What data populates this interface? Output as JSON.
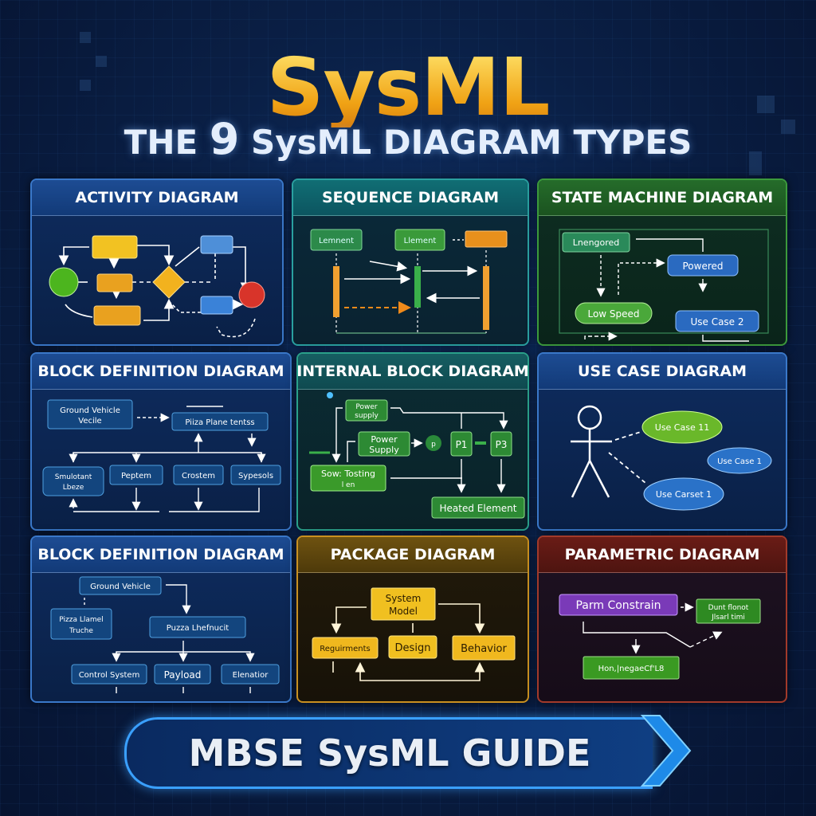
{
  "header": {
    "title": "SysML",
    "subtitle_pre": "THE",
    "subtitle_num": "9",
    "subtitle_post": "SysML DIAGRAM TYPES"
  },
  "panels": {
    "activity": {
      "title": "ACTIVITY DIAGRAM"
    },
    "sequence": {
      "title": "SEQUENCE DIAGRAM",
      "lifelines": [
        "Lemnent",
        "Llement",
        ""
      ]
    },
    "state_machine": {
      "title": "STATE MACHINE DIAGRAM",
      "states": [
        "Lnengored",
        "Powered",
        "Low Speed",
        "Use Case 2"
      ]
    },
    "bdd1": {
      "title": "BLOCK DEFINITION DIAGRAM",
      "blocks": [
        "Ground Vehicle",
        "Vecile",
        "Piiza Plane tentss",
        "Smulotant",
        "Lbeze",
        "Peptem",
        "Crostem",
        "Sypesols"
      ]
    },
    "ibd": {
      "title": "INTERNAL BLOCK DIAGRAM",
      "blocks": [
        "Power",
        "supply",
        "Power",
        "Supply",
        "Sow: Tosting",
        "l en",
        "P1",
        "P3",
        "Heated Element",
        "p"
      ]
    },
    "use_case": {
      "title": "USE CASE DIAGRAM",
      "use_cases": [
        "Use Case 11",
        "Use Case 1",
        "Use Carset 1"
      ]
    },
    "bdd2": {
      "title": "BLOCK DEFINITION DIAGRAM",
      "blocks": [
        "Ground Vehicle",
        "Pizza Llamel",
        "Truche",
        "Puzza  Lhefnucit",
        "Control System",
        "Payload",
        "Elenatior"
      ]
    },
    "package": {
      "title": "PACKAGE DIAGRAM",
      "packages": [
        "System",
        "Model",
        "Reguirments",
        "Design",
        "Behavior"
      ]
    },
    "parametric": {
      "title": "PARAMETRIC DIAGRAM",
      "blocks": [
        "Parm Constrain",
        "Dunt flonot",
        "Jlsarl timi",
        "Hon,|negaeCf'L8"
      ]
    }
  },
  "footer": {
    "label": "MBSE SysML GUIDE"
  }
}
